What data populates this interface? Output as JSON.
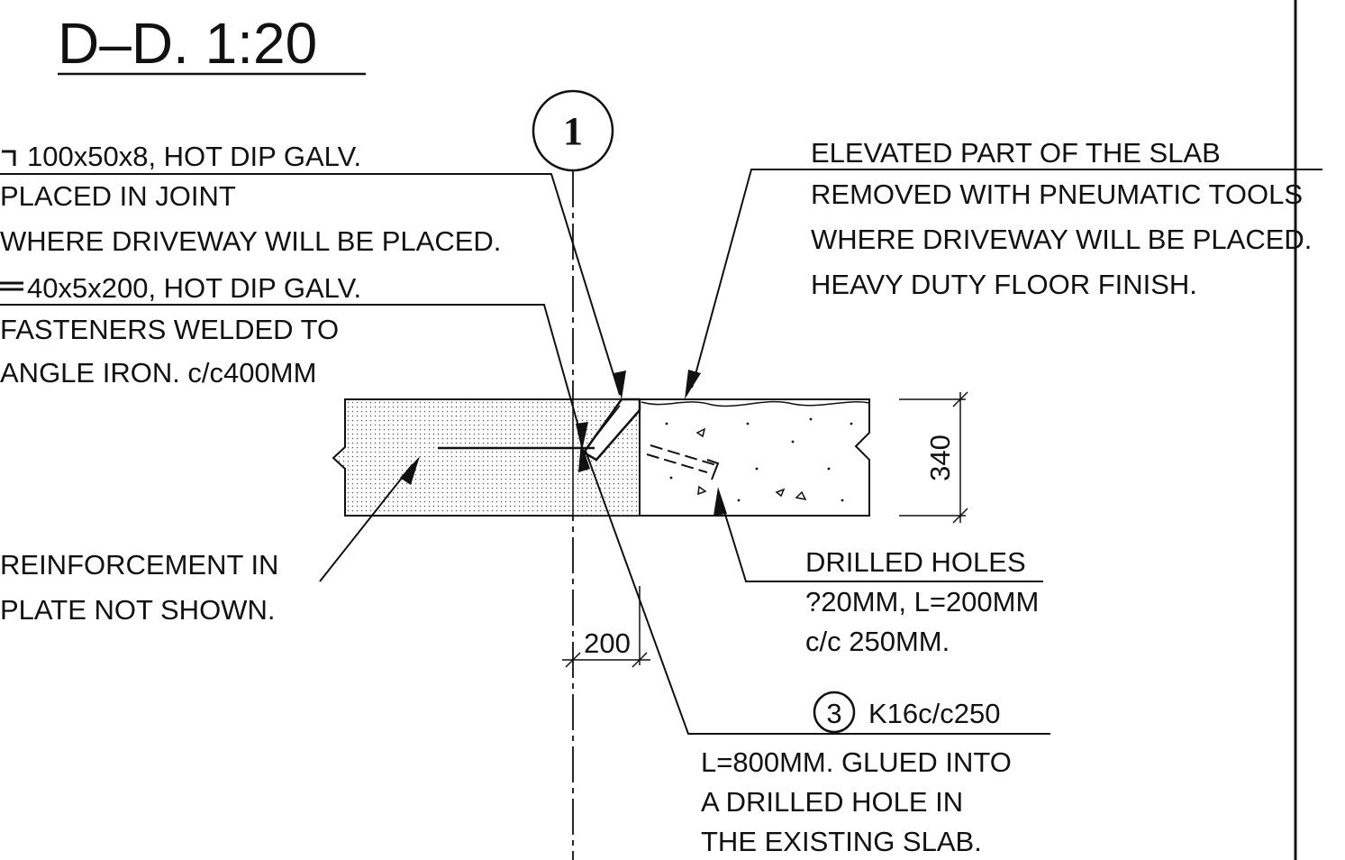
{
  "title": "D–D. 1:20",
  "detail_marker": "1",
  "notes_left": [
    "100x50x8, HOT DIP GALV.",
    "PLACED IN JOINT",
    "WHERE DRIVEWAY WILL BE PLACED.",
    "40x5x200, HOT DIP GALV.",
    "FASTENERS WELDED TO",
    "ANGLE IRON.   c/c400MM"
  ],
  "notes_right": [
    "ELEVATED PART OF THE SLAB",
    "REMOVED WITH PNEUMATIC TOOLS",
    "WHERE DRIVEWAY WILL BE PLACED.",
    "HEAVY DUTY FLOOR FINISH."
  ],
  "reinforcement_note": [
    "REINFORCEMENT IN",
    "PLATE NOT SHOWN."
  ],
  "drilled_holes_note": [
    "DRILLED HOLES",
    "?20MM, L=200MM",
    "c/c  250MM."
  ],
  "rebar_marker": "3",
  "rebar_spec": "K16c/c250",
  "rebar_note": [
    "L=800MM.   GLUED INTO",
    "A DRILLED HOLE IN",
    "THE EXISTING SLAB."
  ],
  "dimensions": {
    "slab_thickness": "340",
    "joint_width": "200"
  }
}
